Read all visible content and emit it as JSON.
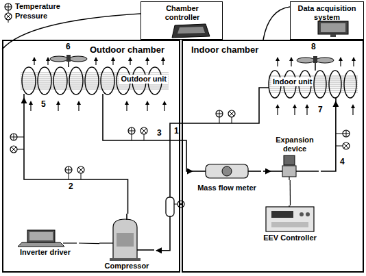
{
  "diagram": {
    "nodes": [
      {
        "text": [
          "Chamber controller"
        ]
      },
      {
        "text": [
          "Data acquisition system"
        ]
      },
      {
        "text": [
          "Outdoor chamber"
        ]
      },
      {
        "text": [
          "Outdoor unit"
        ],
        "in": 2
      },
      {
        "text": [
          "Inverter driver"
        ],
        "in": 2
      },
      {
        "text": [
          "Compressor"
        ],
        "in": 2
      },
      {
        "text": [
          "Indoor chamber"
        ]
      },
      {
        "text": [
          "Indoor unit"
        ],
        "in": 6
      },
      {
        "text": [
          "Mass flow meter"
        ],
        "in": 6
      },
      {
        "text": [
          "Expansion device"
        ],
        "in": 6
      },
      {
        "text": [
          "EEV Controller"
        ],
        "in": 6
      }
    ],
    "edges": [
      {
        "from": 5,
        "to": 3,
        "arrow": "to"
      },
      {
        "from": 3,
        "to": 8,
        "arrow": "to"
      },
      {
        "from": 8,
        "to": 9,
        "arrow": "to"
      },
      {
        "from": 9,
        "to": 7,
        "arrow": "to"
      },
      {
        "from": 7,
        "to": 5,
        "arrow": "to"
      },
      {
        "from": 4,
        "to": 5,
        "arrow": "none"
      },
      {
        "from": 10,
        "to": 9,
        "arrow": "none"
      }
    ],
    "labels": [
      "1",
      "2",
      "3",
      "4",
      "5",
      "6",
      "7",
      "8"
    ],
    "legend": [
      {
        "text": "Temperature"
      },
      {
        "text": "Pressure"
      }
    ]
  }
}
